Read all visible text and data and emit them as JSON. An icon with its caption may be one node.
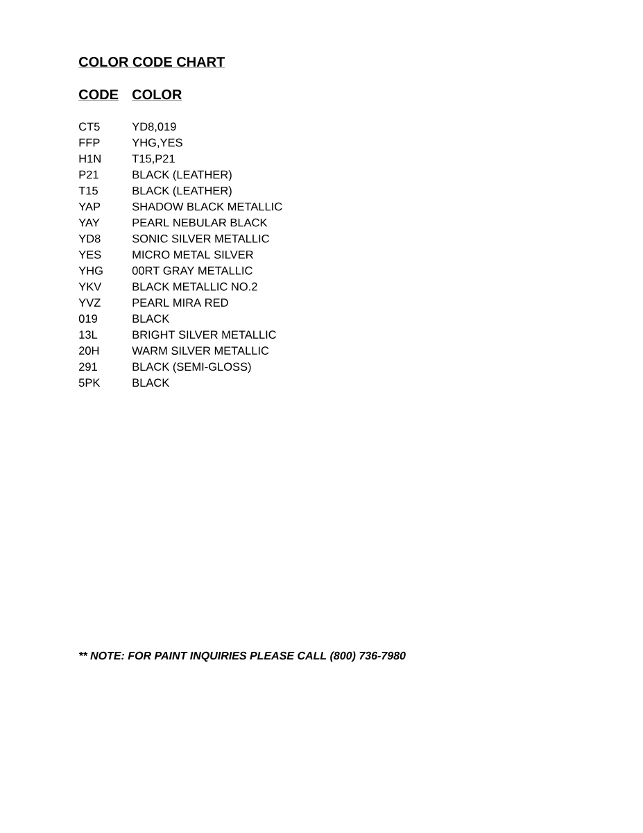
{
  "diagram": {
    "title": "COLOR CODE CHART",
    "labels": [
      "CODE",
      "COLOR",
      "CT5",
      "YD8,019",
      "FFP",
      "YHG,YES",
      "H1N",
      "T15,P21",
      "P21",
      "BLACK (LEATHER)",
      "T15",
      "BLACK (LEATHER)",
      "YAP",
      "SHADOW BLACK METALLIC",
      "YAY",
      "PEARL NEBULAR BLACK",
      "YD8",
      "SONIC SILVER METALLIC",
      "YES",
      "MICRO METAL SILVER",
      "YHG",
      "00RT GRAY METALLIC",
      "YKV",
      "BLACK METALLIC NO.2",
      "YVZ",
      "PEARL MIRA RED",
      "019",
      "BLACK",
      "13L",
      "BRIGHT SILVER METALLIC",
      "20H",
      "WARM SILVER METALLIC",
      "291",
      "BLACK (SEMI-GLOSS)",
      "5PK",
      "BLACK",
      "** NOTE: FOR PAINT INQUIRIES PLEASE CALL (800) 736-7980"
    ]
  }
}
